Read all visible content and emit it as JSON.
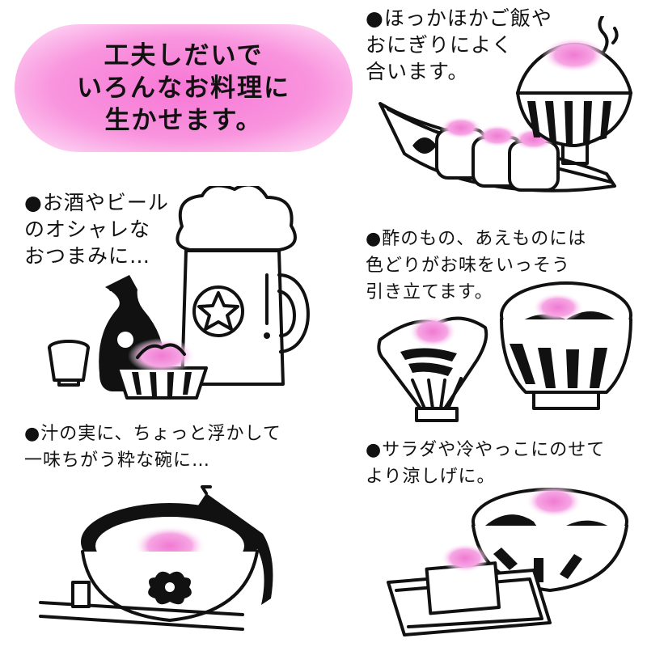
{
  "headline": {
    "lines": [
      "工夫しだいで",
      "いろんなお料理に",
      "生かせます。"
    ],
    "bg_color": "#f994de"
  },
  "tips": {
    "rice": {
      "lines": [
        "●ほっかほかご飯や",
        "おにぎりによく",
        "合います。"
      ]
    },
    "beer": {
      "lines": [
        "●お酒やビール",
        "のオシャレな",
        "おつまみに…"
      ]
    },
    "vinegar": {
      "lines": [
        "●酢のもの、あえものには",
        "色どりがお味をいっそう",
        "引き立てます。"
      ]
    },
    "soup": {
      "lines": [
        "●汁の実に、ちょっと浮かして",
        "一味ちがう粋な碗に…"
      ]
    },
    "salad": {
      "lines": [
        "●サラダや冷やっこにのせて",
        "より涼しげに。"
      ]
    }
  },
  "accent_pink": "#f07ad2"
}
